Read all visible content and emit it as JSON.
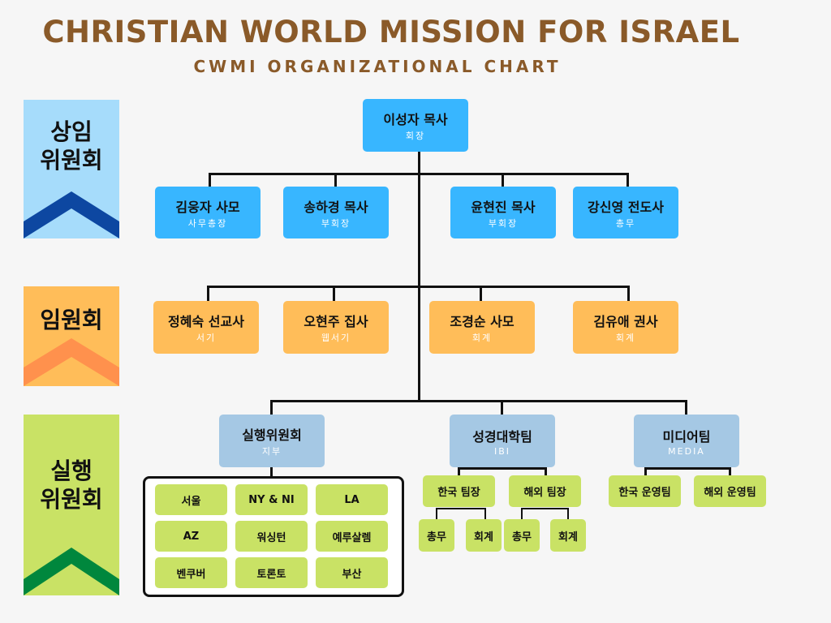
{
  "title": "CHRISTIAN WORLD MISSION FOR ISRAEL",
  "subtitle": "CWMI ORGANIZATIONAL CHART",
  "bands": {
    "standing": [
      "상임",
      "위원회"
    ],
    "officers": [
      "임원회"
    ],
    "executive": [
      "실행",
      "위원회"
    ]
  },
  "colors": {
    "title": "#8a5a29",
    "standing_band": "#a6dcfb",
    "standing_chevron": "#0d47a1",
    "officers_band": "#ffbd59",
    "officers_chevron": "#ff914d",
    "executive_band": "#c9e265",
    "executive_chevron": "#00873d",
    "blue_box": "#38b6ff",
    "orange_box": "#ffbd59",
    "light_blue_box": "#a5c8e4",
    "green_box": "#c9e265"
  },
  "chair": {
    "name": "이성자 목사",
    "role": "회장"
  },
  "standing": [
    {
      "name": "김웅자 사모",
      "role": "사무총장"
    },
    {
      "name": "송하경 목사",
      "role": "부회장"
    },
    {
      "name": "윤현진 목사",
      "role": "부회장"
    },
    {
      "name": "강신영 전도사",
      "role": "총무"
    }
  ],
  "officers": [
    {
      "name": "정혜숙 선교사",
      "role": "서기"
    },
    {
      "name": "오현주 집사",
      "role": "웹서기"
    },
    {
      "name": "조경순 사모",
      "role": "회계"
    },
    {
      "name": "김유애 권사",
      "role": "회계"
    }
  ],
  "executive": [
    {
      "name": "실행위원회",
      "role": "지부"
    },
    {
      "name": "성경대학팀",
      "role": "IBI"
    },
    {
      "name": "미디어팀",
      "role": "MEDIA"
    }
  ],
  "branches": [
    "서울",
    "NY & NI",
    "LA",
    "AZ",
    "워싱턴",
    "예루살렘",
    "벤쿠버",
    "토론토",
    "부산"
  ],
  "bible_college": {
    "teams": [
      "한국 팀장",
      "해외 팀장"
    ],
    "korea_sub": [
      "총무",
      "회계"
    ],
    "overseas_sub": [
      "총무",
      "회계"
    ]
  },
  "media": {
    "teams": [
      "한국 운영팀",
      "해외 운영팀"
    ]
  }
}
